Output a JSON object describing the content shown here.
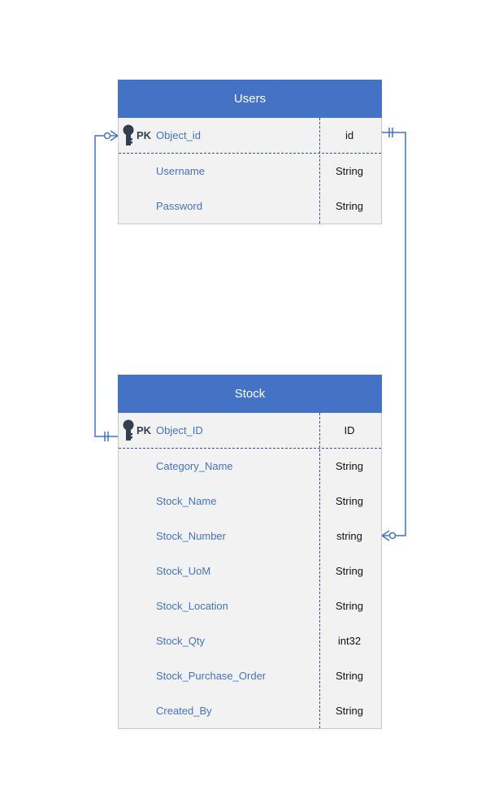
{
  "tables": {
    "users": {
      "title": "Users",
      "pk": {
        "marker": "PK",
        "field": "Object_id",
        "type": "id"
      },
      "rows": [
        {
          "field": "Username",
          "type": "String"
        },
        {
          "field": "Password",
          "type": "String"
        }
      ]
    },
    "stock": {
      "title": "Stock",
      "pk": {
        "marker": "PK",
        "field": "Object_ID",
        "type": "ID"
      },
      "rows": [
        {
          "field": "Category_Name",
          "type": "String"
        },
        {
          "field": "Stock_Name",
          "type": "String"
        },
        {
          "field": "Stock_Number",
          "type": "string"
        },
        {
          "field": "Stock_UoM",
          "type": "String"
        },
        {
          "field": "Stock_Location",
          "type": "String"
        },
        {
          "field": "Stock_Qty",
          "type": "int32"
        },
        {
          "field": "Stock_Purchase_Order",
          "type": "String"
        },
        {
          "field": "Created_By",
          "type": "String"
        }
      ]
    }
  },
  "relationships": [
    {
      "from": "Users.Object_id",
      "to": "Stock.Object_ID",
      "from_cardinality": "zero-or-many",
      "to_cardinality": "exactly-one"
    },
    {
      "from": "Users.Object_id",
      "to": "Stock.Stock_Number",
      "from_cardinality": "exactly-one",
      "to_cardinality": "zero-or-many"
    }
  ],
  "colors": {
    "header": "#4472c4",
    "field_text": "#4472c4",
    "connector": "#4472c4",
    "body": "#f2f2f2"
  },
  "icons": {
    "pk": "key-icon"
  }
}
